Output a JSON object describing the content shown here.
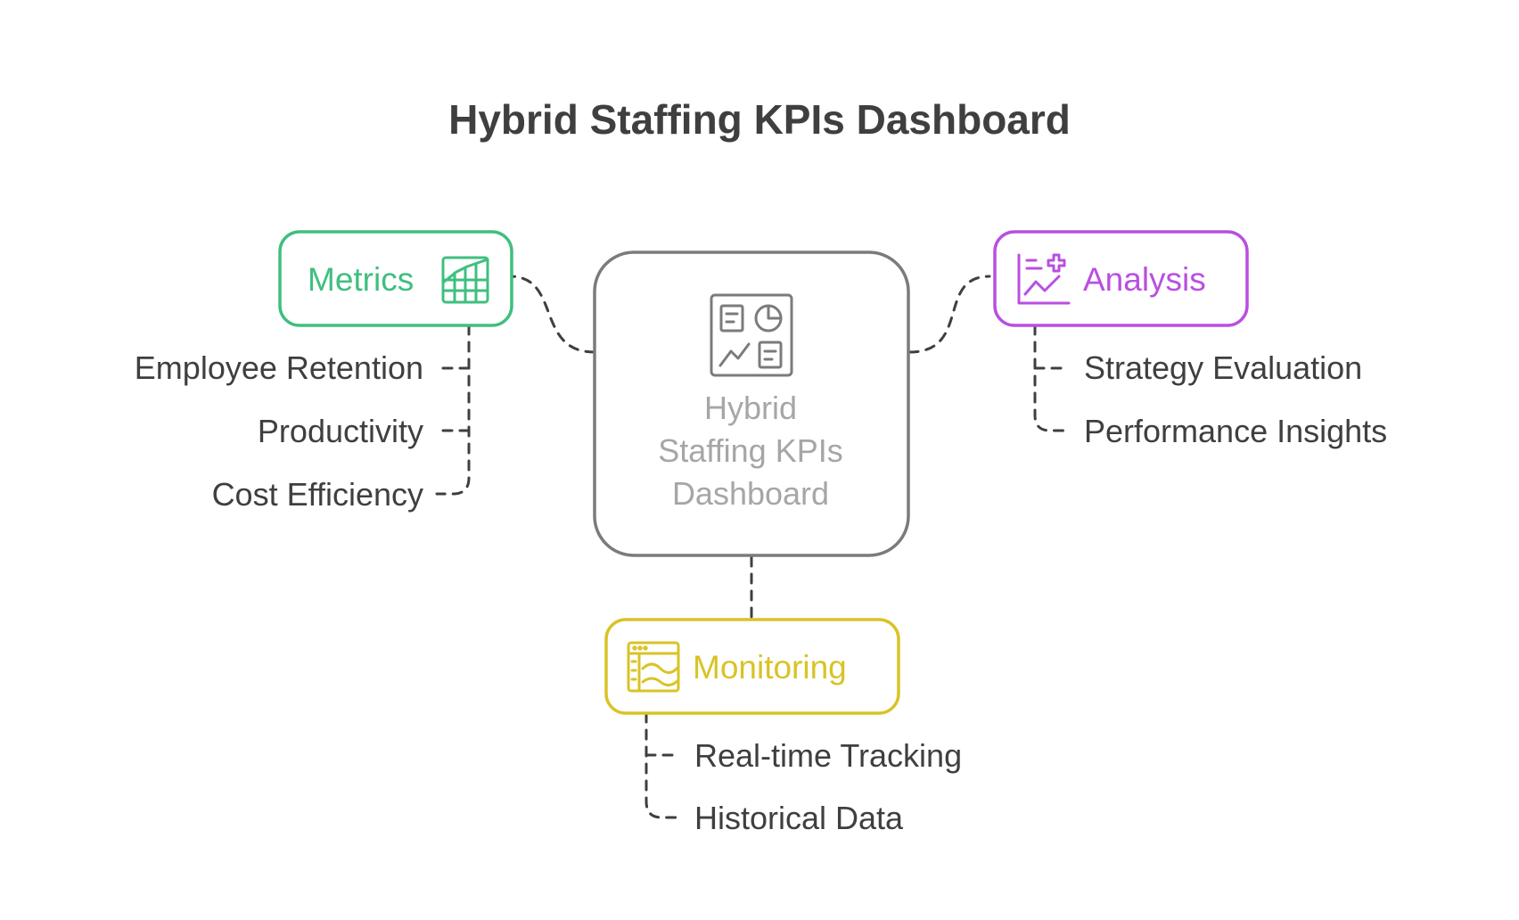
{
  "title": "Hybrid Staffing KPIs Dashboard",
  "center": {
    "lines": [
      "Hybrid",
      "Staffing KPIs",
      "Dashboard"
    ],
    "icon": "dashboard-icon",
    "color": "#7b7b7b"
  },
  "metrics": {
    "label": "Metrics",
    "icon": "bar-chart-table-icon",
    "color": "#3fbf7f",
    "items": [
      "Employee Retention",
      "Productivity",
      "Cost Efficiency"
    ]
  },
  "analysis": {
    "label": "Analysis",
    "icon": "analysis-chart-icon",
    "color": "#b94fe0",
    "items": [
      "Strategy Evaluation",
      "Performance Insights"
    ]
  },
  "monitoring": {
    "label": "Monitoring",
    "icon": "monitoring-window-icon",
    "color": "#d9c326",
    "items": [
      "Real-time Tracking",
      "Historical Data"
    ]
  }
}
